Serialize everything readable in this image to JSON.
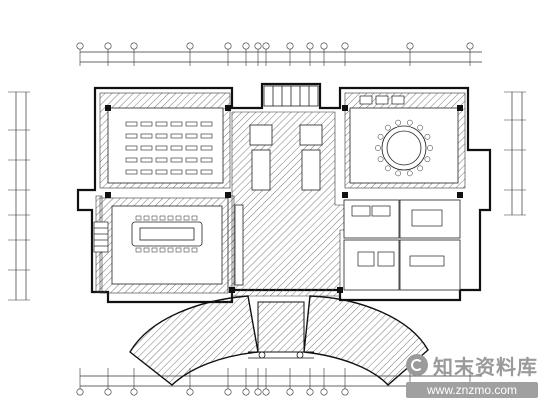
{
  "drawing": {
    "kind": "architectural floor plan",
    "line_color": "#222222",
    "hatch_color": "#555555"
  },
  "watermark": {
    "title": "知末资料库",
    "url": "www.znzmo.com",
    "color": "#9a9a9a"
  }
}
